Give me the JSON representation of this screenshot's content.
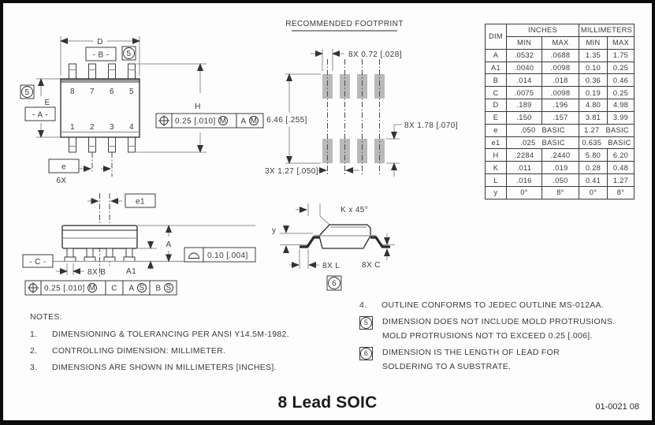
{
  "page": {
    "title": "8 Lead SOIC",
    "doc_number": "01-0021 08"
  },
  "colors": {
    "object_line": "#2a2a2a",
    "dim_line": "#8f8f8f",
    "pad_fill": "#b9b9b9",
    "shadow_gray": "#9a9a9a"
  },
  "top_view": {
    "dim_d": "D",
    "datum_b": "- B -",
    "flag_b": "5",
    "flag_a": "5",
    "dim_e": "E",
    "datum_a": "- A -",
    "dim_h": "H",
    "pins_top": [
      "8",
      "7",
      "6",
      "5"
    ],
    "pins_bottom": [
      "1",
      "2",
      "3",
      "4"
    ],
    "pitch_box": "e",
    "pitch_count": "6X",
    "fcf": {
      "tol": "0.25 [.010]",
      "mod1": "M",
      "datum": "A",
      "mod2": "M"
    }
  },
  "footprint": {
    "title": "RECOMMENDED  FOOTPRINT",
    "pad_width": "8X 0.72 [.028]",
    "span": "6.46 [.255]",
    "pad_height": "8X 1.78 [.070]",
    "pitch": "3X 1.27 [.050]"
  },
  "side_view": {
    "e1": "e1",
    "dim_a": "A",
    "dim_a1": "A1",
    "datum_c": "- C -",
    "lead_width": "8X B",
    "flatness_tol": "0.10 [.004]",
    "fcf": {
      "tol": "0.25 [.010]",
      "mod1": "M",
      "datum1": "C",
      "datum2": "A",
      "mod2": "S",
      "datum3": "B",
      "mod3": "S"
    }
  },
  "end_view": {
    "chamfer": "K x 45°",
    "angle": "y",
    "lead_length": "8X L",
    "lead_thickness": "8X C",
    "flag": "6"
  },
  "dim_table": {
    "header": {
      "dim": "DIM",
      "inches": "INCHES",
      "millimeters": "MILLIMETERS",
      "min": "MIN",
      "max": "MAX"
    },
    "rows": [
      {
        "dim": "A",
        "in_min": ".0532",
        "in_max": ".0688",
        "mm_min": "1.35",
        "mm_max": "1.75"
      },
      {
        "dim": "A1",
        "in_min": ".0040",
        "in_max": ".0098",
        "mm_min": "0.10",
        "mm_max": "0.25"
      },
      {
        "dim": "B",
        "in_min": ".014",
        "in_max": ".018",
        "mm_min": "0.36",
        "mm_max": "0.46"
      },
      {
        "dim": "C",
        "in_min": ".0075",
        "in_max": ".0098",
        "mm_min": "0.19",
        "mm_max": "0.25"
      },
      {
        "dim": "D",
        "in_min": ".189",
        "in_max": ".196",
        "mm_min": "4.80",
        "mm_max": "4.98"
      },
      {
        "dim": "E",
        "in_min": ".150",
        "in_max": ".157",
        "mm_min": "3.81",
        "mm_max": "3.99"
      },
      {
        "dim": "e",
        "in_val": ".050",
        "in_word": "BASIC",
        "mm_val": "1.27",
        "mm_word": "BASIC"
      },
      {
        "dim": "e1",
        "in_val": ".025",
        "in_word": "BASIC",
        "mm_val": "0.635",
        "mm_word": "BASIC"
      },
      {
        "dim": "H",
        "in_min": ".2284",
        "in_max": ".2440",
        "mm_min": "5.80",
        "mm_max": "6.20"
      },
      {
        "dim": "K",
        "in_min": ".011",
        "in_max": ".019",
        "mm_min": "0.28",
        "mm_max": "0.48"
      },
      {
        "dim": "L",
        "in_min": ".016",
        "in_max": ".050",
        "mm_min": "0.41",
        "mm_max": "1.27"
      },
      {
        "dim": "y",
        "in_min": "0°",
        "in_max": "8°",
        "mm_min": "0°",
        "mm_max": "8°"
      }
    ]
  },
  "notes": {
    "title": "NOTES:",
    "items": [
      {
        "num": "1.",
        "text": "DIMENSIONING & TOLERANCING PER ANSI Y14.5M-1982."
      },
      {
        "num": "2.",
        "text": "CONTROLLING DIMENSION: MILLIMETER."
      },
      {
        "num": "3.",
        "text": "DIMENSIONS ARE SHOWN IN MILLIMETERS [INCHES]."
      }
    ],
    "item4": {
      "num": "4.",
      "text": "OUTLINE CONFORMS TO JEDEC OUTLINE MS-012AA."
    },
    "item5": {
      "flag": "5",
      "line1": "DIMENSION DOES NOT INCLUDE MOLD PROTRUSIONS.",
      "line2": "MOLD PROTRUSIONS NOT TO EXCEED 0.25 [.006]."
    },
    "item6": {
      "flag": "6",
      "line1": "DIMENSION IS THE LENGTH OF LEAD FOR",
      "line2": "SOLDERING TO A SUBSTRATE."
    }
  }
}
